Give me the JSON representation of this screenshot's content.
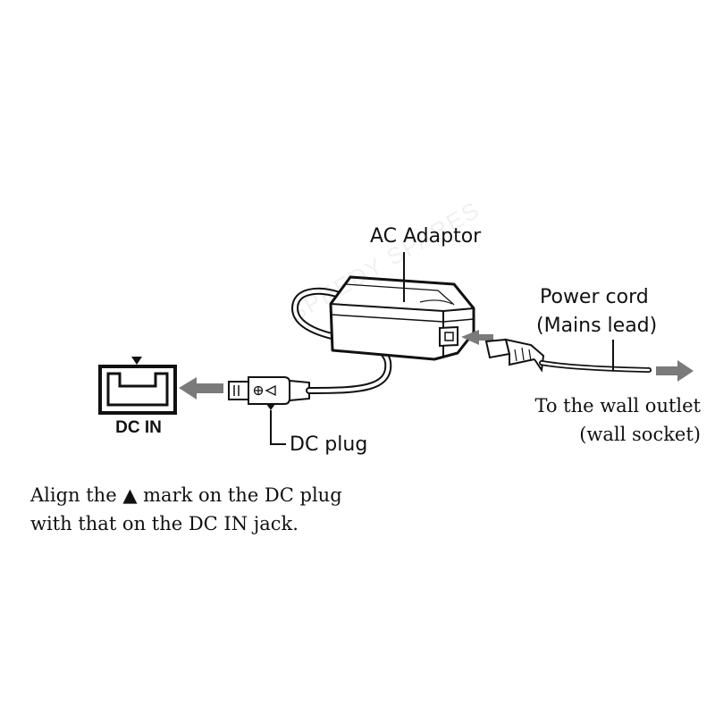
{
  "labels": {
    "ac_adaptor": "AC Adaptor",
    "power_cord_line1": "Power cord",
    "power_cord_line2": "(Mains lead)",
    "wall_line1": "To the wall outlet",
    "wall_line2": "(wall socket)",
    "dc_in": "DC IN",
    "dc_plug": "DC plug"
  },
  "caption": {
    "line1_before": "Align the ",
    "mark": "▲",
    "line1_after": " mark on the DC plug",
    "line2": "with that on the DC IN jack."
  },
  "watermark": "SPEEDY SPARES",
  "colors": {
    "ink": "#111111",
    "arrow": "#7a7a7a",
    "body": "#ffffff"
  }
}
